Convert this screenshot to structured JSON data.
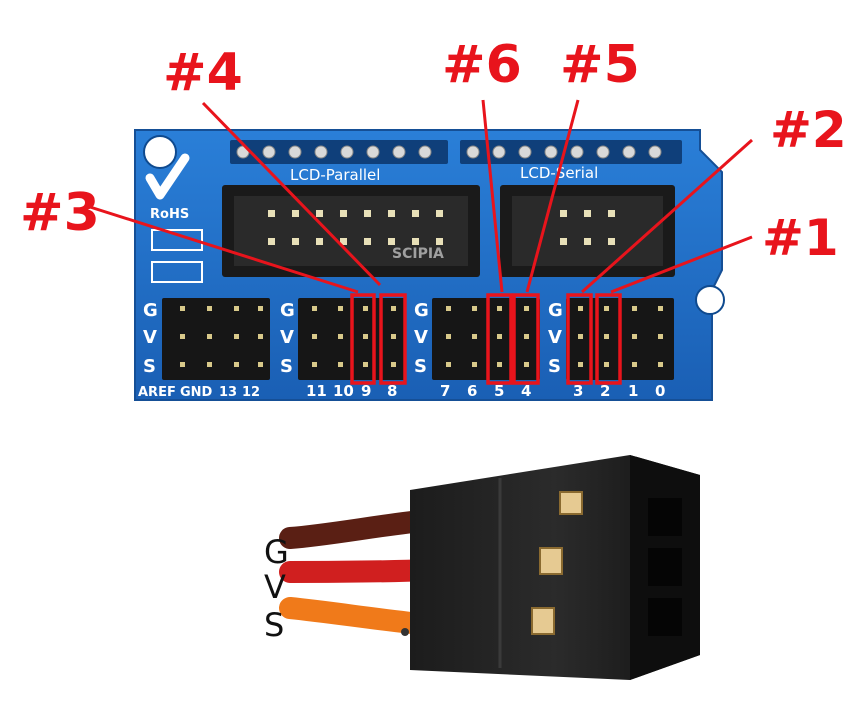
{
  "board": {
    "logo_text": "RoHS",
    "header_labels": {
      "parallel": "LCD-Parallel",
      "serial": "LCD-Serial"
    },
    "watermark": "SCIPIA",
    "row_letters": [
      "G",
      "V",
      "S"
    ],
    "pin_numbers": [
      "AREF",
      "GND",
      "13",
      "12",
      "11",
      "10",
      "9",
      "8",
      "7",
      "6",
      "5",
      "4",
      "3",
      "2",
      "1",
      "0"
    ]
  },
  "callouts": [
    "#4",
    "#6",
    "#5",
    "#3",
    "#2",
    "#1"
  ],
  "connector": {
    "wire_labels": [
      "G",
      "V",
      "S"
    ],
    "wire_colors": [
      "#5a1f14",
      "#d01f1f",
      "#f07a1a"
    ]
  },
  "colors": {
    "board_blue": "#1f6fc9",
    "highlight_red": "#e8141c"
  }
}
